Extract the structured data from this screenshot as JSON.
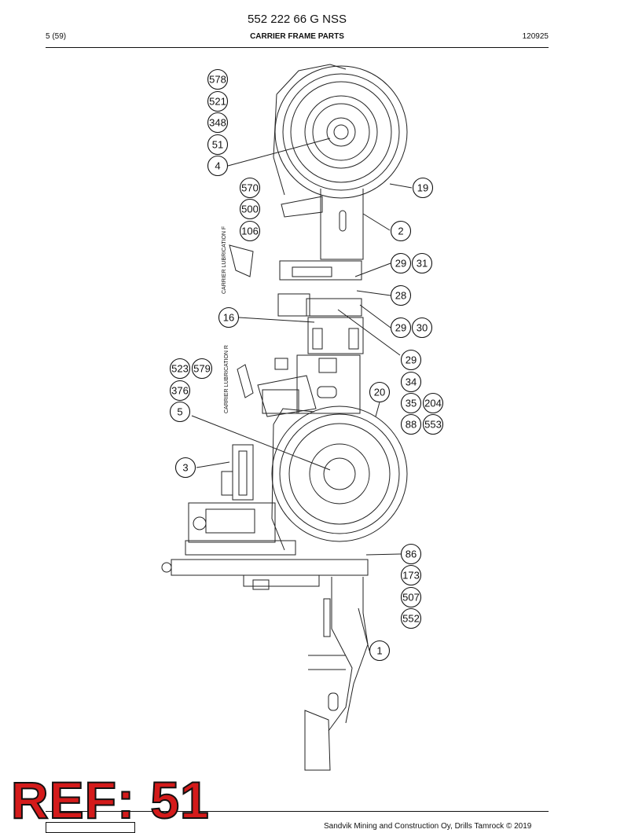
{
  "header": {
    "doc_code": "552 222 66 G NSS",
    "page": "5 (59)",
    "title": "CARRIER FRAME PARTS",
    "date": "120925"
  },
  "labels": {
    "lube_front": "CARRIER LUBRICATION F",
    "lube_rear": "CARRIER LUBRICATION R"
  },
  "callouts": [
    "578",
    "521",
    "348",
    "51",
    "4",
    "570",
    "500",
    "106",
    "19",
    "2",
    "29",
    "31",
    "28",
    "16",
    "29",
    "30",
    "29",
    "34",
    "35",
    "204",
    "88",
    "553",
    "523",
    "579",
    "376",
    "5",
    "20",
    "3",
    "86",
    "173",
    "507",
    "552",
    "1"
  ],
  "ref": "REF: 51",
  "footer": "Sandvik Mining and Construction Oy, Drills Tamrock © 2019"
}
